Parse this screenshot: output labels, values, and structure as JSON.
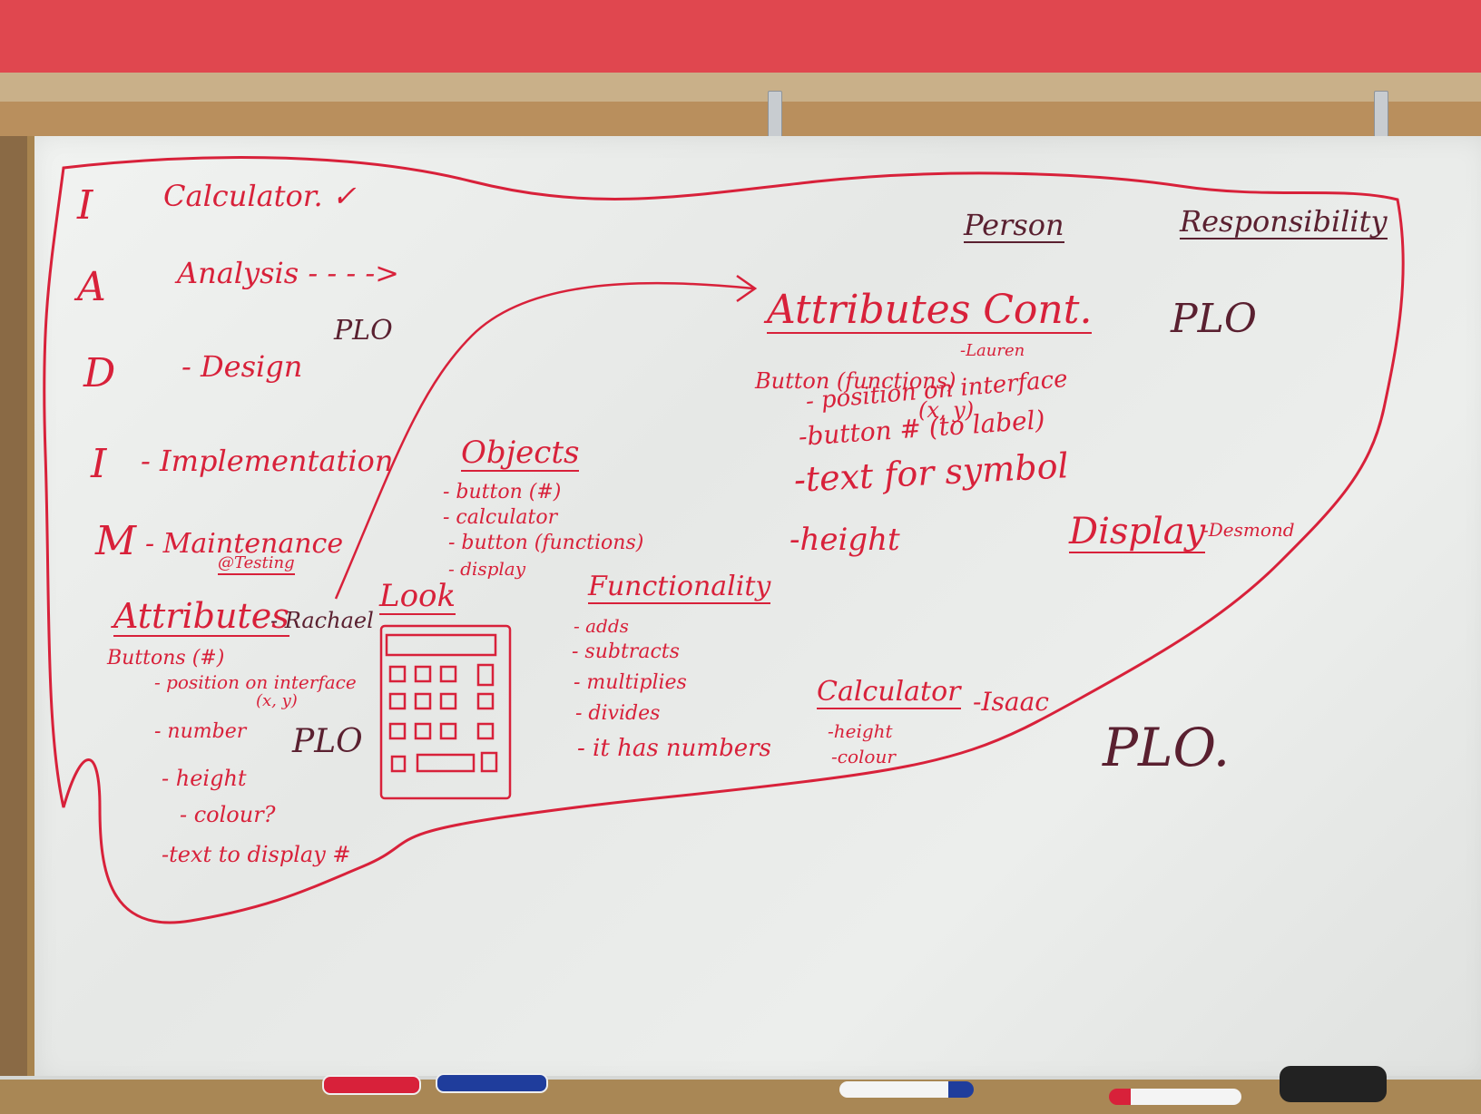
{
  "idamI": {
    "rows": [
      {
        "letter": "I",
        "text": "Calculator. ✓"
      },
      {
        "letter": "A",
        "text": "Analysis - - - ->"
      },
      {
        "letter": "D",
        "text": "- Design"
      },
      {
        "letter": "I",
        "text": "- Implementation"
      },
      {
        "letter": "M",
        "text": "- Maintenance"
      }
    ],
    "testing": "@Testing",
    "plo_design": "PLO"
  },
  "headers": {
    "person": "Person",
    "responsibility": "Responsibility"
  },
  "plo_right": "PLO",
  "plo_bottom": "PLO.",
  "plo_attributes": "PLO",
  "attributes_cont": {
    "title": "Attributes Cont.",
    "owner": "-Lauren",
    "lines": [
      "Button (functions)",
      "- position on interface",
      "(x, y)",
      "-button # (to label)",
      "-text for symbol",
      "-height"
    ]
  },
  "display": {
    "title": "Display",
    "owner": "-Desmond"
  },
  "objects": {
    "title": "Objects",
    "items": [
      "- button (#)",
      "- calculator",
      "- button (functions)",
      "- display"
    ]
  },
  "look": {
    "title": "Look"
  },
  "functionality": {
    "title": "Functionality",
    "items": [
      "- adds",
      "- subtracts",
      "- multiplies",
      "- divides",
      "- it has numbers"
    ]
  },
  "calculator_box": {
    "title": "Calculator",
    "owner": "-Isaac",
    "items": [
      "-height",
      "-colour"
    ]
  },
  "attributes": {
    "title": "Attributes",
    "owner": "- Rachael",
    "lines": [
      "Buttons (#)",
      "- position on interface",
      "(x, y)",
      "- number",
      "- height",
      "- colour?",
      "-text to display #"
    ]
  },
  "colors": {
    "ink_red": "#d8213a",
    "ink_dark": "#5a2030",
    "board": "#eceeec",
    "wall": "#e0474f"
  }
}
